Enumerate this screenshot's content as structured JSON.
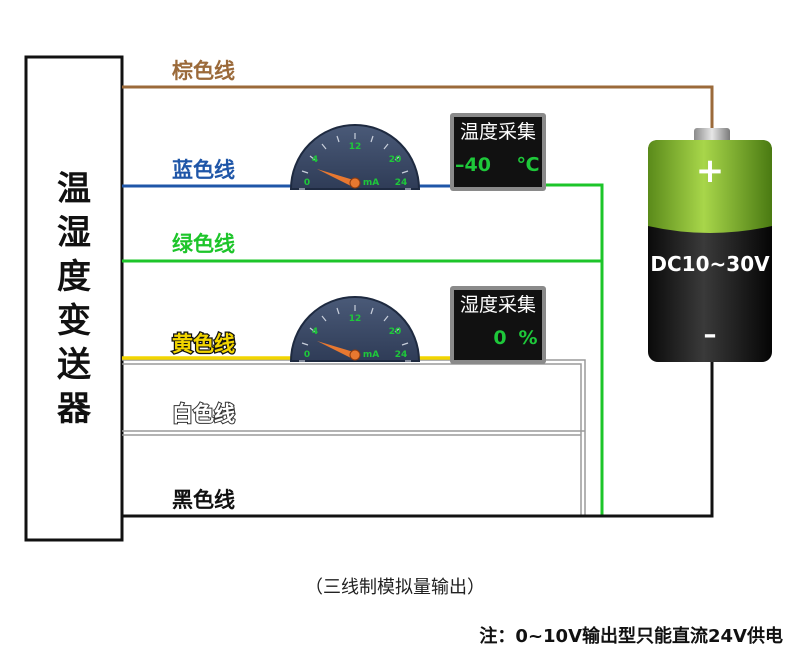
{
  "transmitter": {
    "label_chars": [
      "温",
      "湿",
      "度",
      "变",
      "送",
      "器"
    ]
  },
  "wires": {
    "brown": {
      "label": "棕色线",
      "color": "#9b6a3a"
    },
    "blue": {
      "label": "蓝色线",
      "color": "#1f56a8"
    },
    "green": {
      "label": "绿色线",
      "color": "#1dc52a"
    },
    "yellow": {
      "label": "黄色线",
      "color": "#f2d500"
    },
    "white": {
      "label": "白色线",
      "color": "#9a9a9a"
    },
    "black": {
      "label": "黑色线",
      "color": "#111111"
    }
  },
  "gauges": {
    "ticks": [
      "0",
      "4",
      "12",
      "20",
      "24"
    ],
    "unit": "mA"
  },
  "displays": {
    "temperature": {
      "title": "温度采集",
      "value": "–40",
      "unit": "℃"
    },
    "humidity": {
      "title": "湿度采集",
      "value": "0",
      "unit": "%"
    }
  },
  "battery": {
    "plus": "+",
    "label": "DC10~30V",
    "minus": "–"
  },
  "caption": "（三线制模拟量输出）",
  "note": "注：0~10V输出型只能直流24V供电"
}
